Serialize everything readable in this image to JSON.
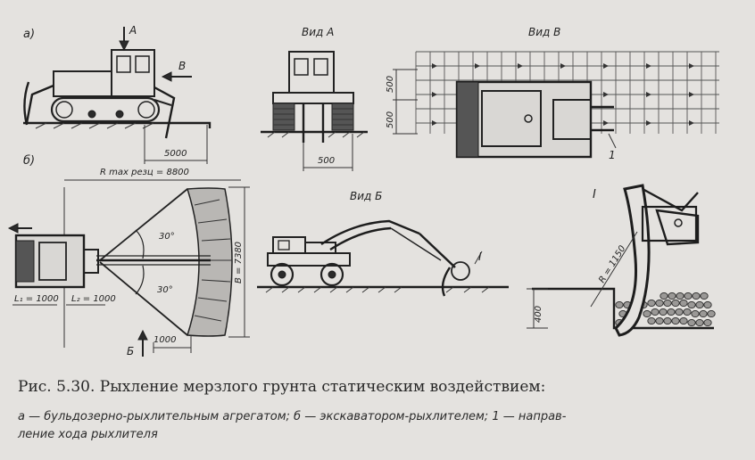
{
  "caption": {
    "title": "Рис. 5.30. Рыхление мерзлого грунта статическим воздействием:",
    "legend_line1": "а — бульдозерно-рыхлительным агрегатом; б — экскаватором-рыхлителем; 1 — направ-",
    "legend_line2": "ление хода рыхлителя"
  },
  "figure": {
    "panel_a": "а)",
    "panel_b": "б)",
    "view_a": "Вид А",
    "view_v": "Вид В",
    "view_b": "Вид Б",
    "arrow_a": "А",
    "arrow_v": "В",
    "arrow_b": "Б",
    "label_1": "1",
    "label_I": "I",
    "dim_5000": "5000",
    "dim_500_side": "500",
    "dim_500_left_top": "500",
    "dim_500_left_bottom": "500",
    "dim_R": "R max резц = 8800",
    "dim_angle_top": "30°",
    "dim_angle_bottom": "30°",
    "dim_B": "В = 7380",
    "dim_L1": "L₁ = 1000",
    "dim_L2": "L₂ = 1000",
    "dim_1000": "1000",
    "dim_R1150": "R = 1150",
    "dim_400": "400"
  }
}
